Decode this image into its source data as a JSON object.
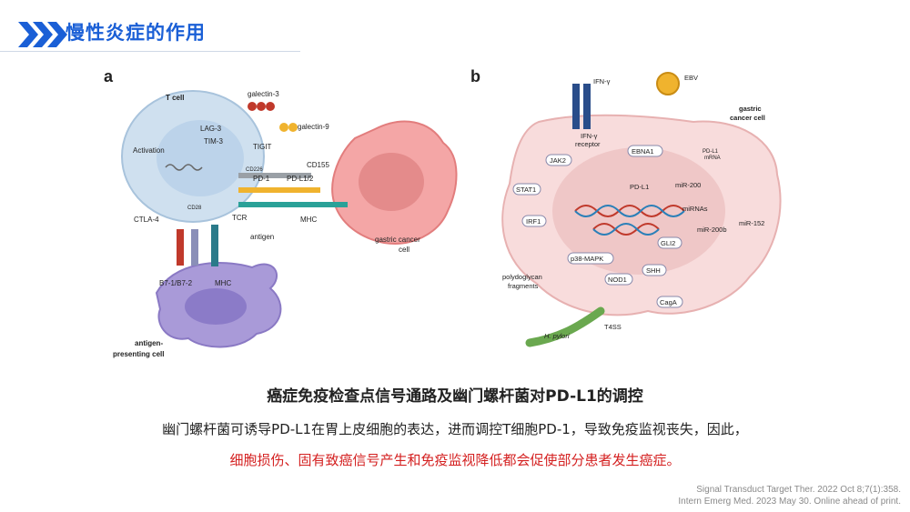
{
  "header": {
    "title": "慢性炎症的作用"
  },
  "figure": {
    "panel_a": {
      "letter": "a",
      "labels": {
        "t_cell": "T cell",
        "galectin3": "galectin-3",
        "galectin9": "galectin-9",
        "lag3": "LAG-3",
        "tim3": "TIM-3",
        "tigit": "TIGIT",
        "cd226": "CD226",
        "cd155": "CD155",
        "pd1": "PD-1",
        "pdl12": "PD-L1/2",
        "activation": "Activation",
        "cd28": "CD28",
        "ctla4": "CTLA-4",
        "tcr": "TCR",
        "mhc": "MHC",
        "antigen": "antigen",
        "b7": "B7-1/B7-2",
        "mhc2": "MHC",
        "apc1": "antigen-",
        "apc2": "presenting cell",
        "gc1": "gastric cancer",
        "gc2": "cell"
      }
    },
    "panel_b": {
      "letter": "b",
      "labels": {
        "ifng": "IFN-γ",
        "ebv": "EBV",
        "ifngr1": "IFN-γ",
        "ifngr2": "receptor",
        "gc1": "gastric",
        "gc2": "cancer cell",
        "ebna1": "EBNA1",
        "jak2": "JAK2",
        "stat1": "STAT1",
        "irf1": "IRF1",
        "pdl1": "PD-L1",
        "pdl1mrna1": "PD-L1",
        "pdl1mrna2": "mRNA",
        "mir200": "miR-200",
        "mirnas": "miRNAs",
        "mir200b": "miR-200b",
        "mir152": "miR-152",
        "gli2": "GLI2",
        "p38": "p38-MAPK",
        "shh": "SHH",
        "nod1": "NOD1",
        "poly1": "polydoglycan",
        "poly2": "fragments",
        "caga": "CagA",
        "t4ss": "T4SS",
        "hpylori": "H. pylori"
      }
    }
  },
  "caption": "癌症免疫检查点信号通路及幽门螺杆菌对PD-L1的调控",
  "body": {
    "line1": "幽门螺杆菌可诱导PD-L1在胃上皮细胞的表达，进而调控T细胞PD-1，导致免疫监视丧失，因此，",
    "line2": "细胞损伤、固有致癌信号产生和免疫监视降低都会促使部分患者发生癌症。"
  },
  "references": [
    "Signal Transduct Target Ther. 2022 Oct 8;7(1):358.",
    "Intern Emerg Med. 2023 May 30. Online ahead of print."
  ],
  "colors": {
    "title": "#1a5fd6",
    "chevron": "#1a5fd6",
    "highlight": "#d42020"
  }
}
